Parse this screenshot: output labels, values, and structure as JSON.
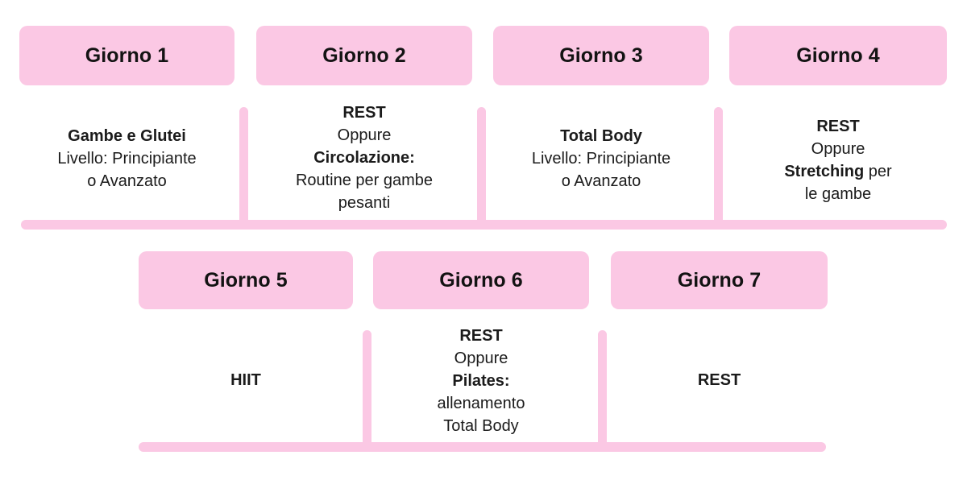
{
  "theme": {
    "pink": "#FBC8E4",
    "text": "#1b1b1b",
    "background": "#ffffff"
  },
  "week_plan": {
    "rows": [
      {
        "id": "row-top",
        "days": [
          {
            "id": "giorno-1",
            "pill_label": "Giorno 1",
            "lines": [
              {
                "text": "Gambe e Glutei",
                "style": "bold"
              },
              {
                "text": "Livello: Principiante",
                "style": "normal"
              },
              {
                "text": "o Avanzato",
                "style": "normal"
              }
            ]
          },
          {
            "id": "giorno-2",
            "pill_label": "Giorno 2",
            "lines": [
              {
                "text": "REST",
                "style": "bold"
              },
              {
                "text": "Oppure",
                "style": "normal"
              },
              {
                "text": "Circolazione:",
                "style": "bold"
              },
              {
                "text": "Routine per gambe",
                "style": "normal"
              },
              {
                "text": "pesanti",
                "style": "normal"
              }
            ]
          },
          {
            "id": "giorno-3",
            "pill_label": "Giorno 3",
            "lines": [
              {
                "text": "Total Body",
                "style": "bold"
              },
              {
                "text": "Livello: Principiante",
                "style": "normal"
              },
              {
                "text": "o Avanzato",
                "style": "normal"
              }
            ]
          },
          {
            "id": "giorno-4",
            "pill_label": "Giorno 4",
            "lines": [
              {
                "text": "REST",
                "style": "bold"
              },
              {
                "text": "Oppure",
                "style": "normal"
              },
              {
                "text": "Stretching per",
                "style": "mixed",
                "bold_part": "Stretching",
                "normal_part": " per"
              },
              {
                "text": "le gambe",
                "style": "normal"
              }
            ]
          }
        ]
      },
      {
        "id": "row-bottom",
        "days": [
          {
            "id": "giorno-5",
            "pill_label": "Giorno 5",
            "lines": [
              {
                "text": "HIIT",
                "style": "bold"
              }
            ]
          },
          {
            "id": "giorno-6",
            "pill_label": "Giorno 6",
            "lines": [
              {
                "text": "REST",
                "style": "bold"
              },
              {
                "text": "Oppure",
                "style": "normal"
              },
              {
                "text": "Pilates:",
                "style": "bold"
              },
              {
                "text": "allenamento",
                "style": "normal"
              },
              {
                "text": "Total Body",
                "style": "normal"
              }
            ]
          },
          {
            "id": "giorno-7",
            "pill_label": "Giorno 7",
            "lines": [
              {
                "text": "REST",
                "style": "bold"
              }
            ]
          }
        ]
      }
    ]
  },
  "days": {
    "d1": {
      "pill": "Giorno 1",
      "l1": "Gambe e Glutei",
      "l2": "Livello: Principiante",
      "l3": "o Avanzato"
    },
    "d2": {
      "pill": "Giorno 2",
      "l1": "REST",
      "l2": "Oppure",
      "l3": "Circolazione:",
      "l4": "Routine per gambe",
      "l5": "pesanti"
    },
    "d3": {
      "pill": "Giorno 3",
      "l1": "Total Body",
      "l2": "Livello: Principiante",
      "l3": "o Avanzato"
    },
    "d4": {
      "pill": "Giorno 4",
      "l1": "REST",
      "l2": "Oppure",
      "l3a": "Stretching",
      "l3b": " per",
      "l4": "le gambe"
    },
    "d5": {
      "pill": "Giorno 5",
      "l1": "HIIT"
    },
    "d6": {
      "pill": "Giorno 6",
      "l1": "REST",
      "l2": "Oppure",
      "l3": "Pilates:",
      "l4": "allenamento",
      "l5": "Total Body"
    },
    "d7": {
      "pill": "Giorno 7",
      "l1": "REST"
    }
  }
}
